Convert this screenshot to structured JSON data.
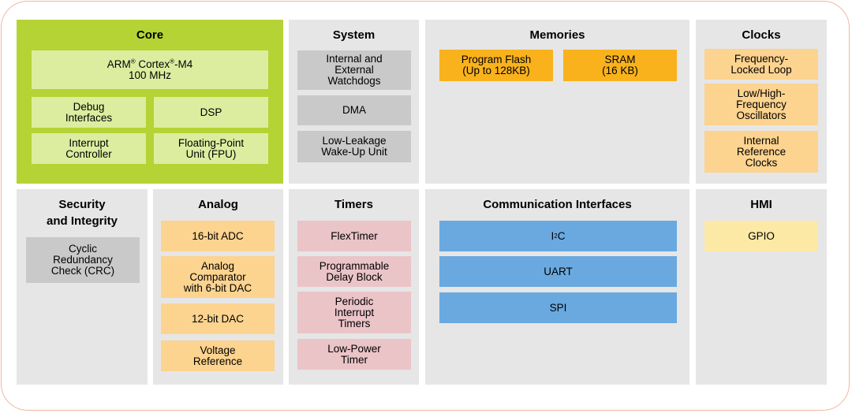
{
  "core": {
    "title": "Core",
    "cpu": {
      "name": "ARM",
      "reg": "®",
      "sub": " Cortex",
      "reg2": "®",
      "model": "-M4",
      "freq": "100 MHz"
    },
    "items": [
      "Debug\nInterfaces",
      "DSP",
      "Interrupt\nController",
      "Floating-Point\nUnit (FPU)"
    ]
  },
  "system": {
    "title": "System",
    "items": [
      "Internal and\nExternal\nWatchdogs",
      "DMA",
      "Low-Leakage\nWake-Up Unit"
    ]
  },
  "memories": {
    "title": "Memories",
    "items": [
      "Program Flash\n(Up to 128KB)",
      "SRAM\n(16 KB)"
    ]
  },
  "clocks": {
    "title": "Clocks",
    "items": [
      "Frequency-\nLocked Loop",
      "Low/High-\nFrequency\nOscillators",
      "Internal\nReference\nClocks"
    ]
  },
  "security": {
    "title": "Security\nand Integrity",
    "items": [
      "Cyclic\nRedundancy\nCheck (CRC)"
    ]
  },
  "analog": {
    "title": "Analog",
    "items": [
      "16-bit ADC",
      "Analog\nComparator\nwith 6-bit DAC",
      "12-bit DAC",
      "Voltage\nReference"
    ]
  },
  "timers": {
    "title": "Timers",
    "items": [
      "FlexTimer",
      "Programmable\nDelay Block",
      "Periodic\nInterrupt\nTimers",
      "Low-Power\nTimer"
    ]
  },
  "comm": {
    "title": "Communication Interfaces",
    "i2c": {
      "base": "I",
      "sup": "2",
      "rest": "C"
    },
    "items": [
      "UART",
      "SPI"
    ]
  },
  "hmi": {
    "title": "HMI",
    "items": [
      "GPIO"
    ]
  },
  "colors": {
    "core_bg": "#b5d334",
    "core_box": "#dceda0",
    "panel_bg": "#e6e6e6",
    "gray_box": "#c9c9c9",
    "memory": "#f9b21c",
    "light_orange": "#fcd38f",
    "timers": "#ebc4c8",
    "comm": "#6aa9df",
    "hmi": "#fce9a6",
    "frame_border": "#f0b6a0"
  }
}
